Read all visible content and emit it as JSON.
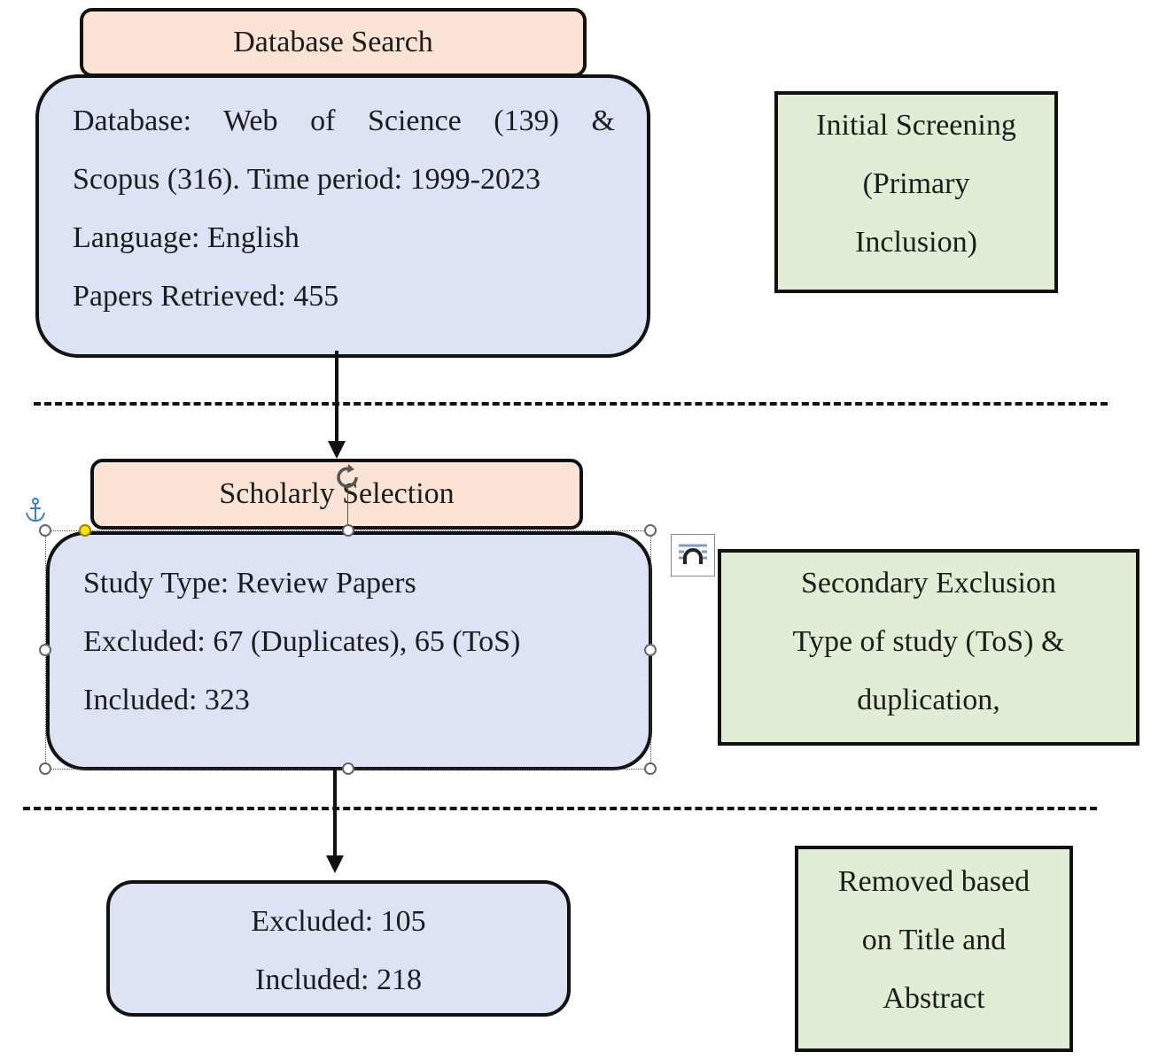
{
  "stage1": {
    "tab_label": "Database Search",
    "lines": [
      "Database: Web of Science (139) &",
      "Scopus (316). Time period: 1999-2023",
      "Language: English",
      "Papers Retrieved: 455"
    ],
    "note_lines": [
      "Initial Screening",
      "(Primary",
      "Inclusion)"
    ]
  },
  "stage2": {
    "tab_label": "Scholarly Selection",
    "lines": [
      "Study Type: Review Papers",
      "Excluded: 67 (Duplicates), 65 (ToS)",
      "Included: 323"
    ],
    "note_lines": [
      "Secondary Exclusion",
      "Type of study (ToS) &",
      "duplication,"
    ]
  },
  "stage3": {
    "lines": [
      "Excluded: 105",
      "Included: 218"
    ],
    "note_lines": [
      "Removed based",
      "on Title and",
      "Abstract"
    ]
  },
  "editor_icons": [
    "anchor-icon",
    "rotate-icon",
    "layout-options-icon"
  ]
}
